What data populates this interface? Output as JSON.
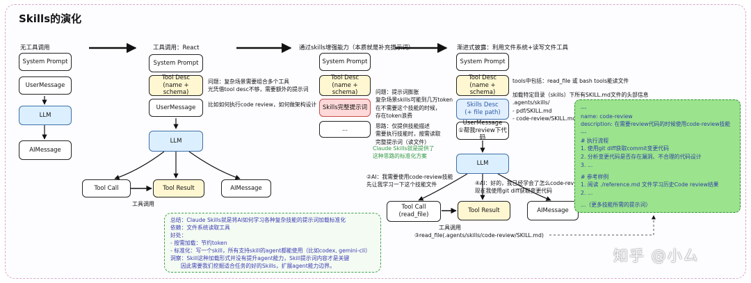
{
  "title": "Skills的演化",
  "columns": {
    "c1": "无工具调用",
    "c2": "工具调用：React",
    "c3": "通过skills增强能力（本质就是补充提示词）",
    "c4": "渐进式披露：利用文件系统+读写文件工具"
  },
  "col1": {
    "system_prompt": "System Prompt",
    "user_message": "UserMessage",
    "llm": "LLM",
    "ai_message": "AIMessage"
  },
  "col2": {
    "system_prompt": "System Prompt",
    "tool_desc_l1": "Tool Desc",
    "tool_desc_l2": "(name + schema)",
    "user_message": "UserMessage",
    "llm": "LLM",
    "tool_call": "Tool Call",
    "tool_result": "Tool Result",
    "ai_message": "AIMessage",
    "tool_loop_label": "工具调用",
    "note_l1": "问题：复杂场景需要组合多个工具",
    "note_l2": "光凭借tool desc不够，需要额外的提示词",
    "note_l3": "比如如何执行code review，如何做架构设计"
  },
  "col3": {
    "system_prompt": "System Prompt",
    "tool_desc_l1": "Tool Desc",
    "tool_desc_l2": "(name + schema)",
    "skills_prompt": "Skills完整提示词",
    "ellipsis": "...",
    "problem_l1": "问题：提示词膨胀",
    "problem_l2": "复杂场景skills可能到几万token",
    "problem_l3": "在不需要这个技能的时候，",
    "problem_l4": "存在token浪费",
    "idea_l1": "思路：仅提供技能描述",
    "idea_l2": "需要执行技能时，按需读取",
    "idea_l3": "完整提示词（读文件）",
    "claude_l1": "Claude Skills就是提供了",
    "claude_l2": "这种思路的标准化方案"
  },
  "col4": {
    "system_prompt": "System Prompt",
    "tool_desc_l1": "Tool Desc",
    "tool_desc_l2": "(name + schema)",
    "skills_desc_l1": "Skills Desc",
    "skills_desc_l2": "(+ file path)",
    "user_message_l1": "UserMessage",
    "user_message_l2": "①帮我review下代码",
    "llm": "LLM",
    "tool_call_l1": "Tool Call",
    "tool_call_l2": "(read_file)",
    "tool_result": "Tool Result",
    "ai_message": "AIMessage",
    "tool_loop_label": "工具调用",
    "tools_note": "tools中包括：read_file 或 bash tools能读文件",
    "load_l1": "加载特定目录（skills）下所有SKILL.md文件的头部信息",
    "load_l2": ".agents/skills/",
    "load_l3": "- pdf/SKILL.md",
    "load_l4": "- code-review/SKILL.md",
    "ai2_l1": "②AI：我需要使用code-review技能",
    "ai2_l2": "先让我学习一下这个技能文件",
    "ai4_l1": "④AI：好的，我已经学会了怎么code-review",
    "ai4_l2": "现在我使用git diff获取变更代码",
    "read_file": "③read_file(.agents/skills/code-review/SKILL.md)"
  },
  "skill_file": {
    "lines": [
      "---",
      "name: code-review",
      "description: 在需要review代码的时候使用code-review技能",
      "---",
      "# 执行流程",
      "1. 使用git diff获取commit变更代码",
      "2. 分析变更代码是否存在漏洞、不合理的代码设计",
      "3. ...",
      "",
      "# 参考样例",
      "1. 阅读 ./reference.md 文件学习历史Code review结果",
      "2. ...",
      "",
      "...（更多技能所需的提示词）"
    ]
  },
  "summary": {
    "lines": [
      "总结：Claude Skills就是将AI如何学习各种复杂技能的提示词加载标准化",
      "依赖：文件系统读取工具",
      "好处：",
      "- 按需加载：节约token",
      "- 标准化：写一个skill，所有支持skill的agent都能使用（比如codex, gemini-cli）",
      "洞察：Skill这种加载形式并没有提升agent能力，Skill提示词内容才是关键",
      "      因此需要我们挖掘适合任务的好的Skills，扩展agent能力边界。"
    ]
  },
  "watermark": "知乎 @小厶",
  "colors": {
    "yellow": "#fff7d1",
    "blue": "#dcefff",
    "red": "#ffd9d9",
    "green_panel": "#9be38c",
    "green_text": "#2f9a3f",
    "summary_text": "#3b3bb3"
  }
}
